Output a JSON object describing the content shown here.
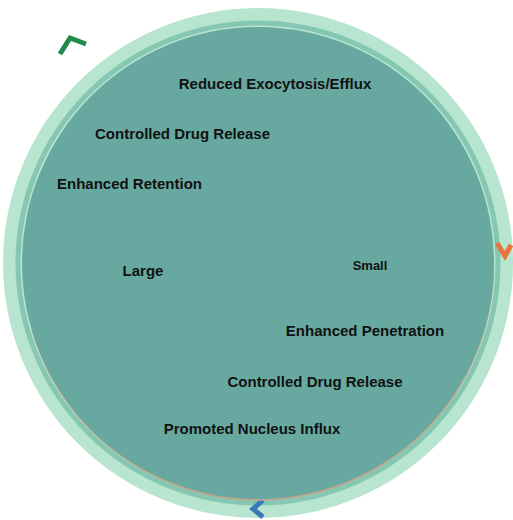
{
  "diagram": {
    "nodes": [
      {
        "text": [
          "Reduced Exocytosis/Efflux",
          "Controlled Drug Release",
          "Enhanced Retention"
        ]
      },
      {
        "text": [
          "Large"
        ],
        "in": 0
      },
      {
        "text": [
          "Enhanced Penetration",
          "Controlled Drug Release",
          "Promoted Nucleus Influx"
        ],
        "in": 0
      },
      {
        "text": [
          "Small"
        ],
        "in": 2
      }
    ]
  }
}
